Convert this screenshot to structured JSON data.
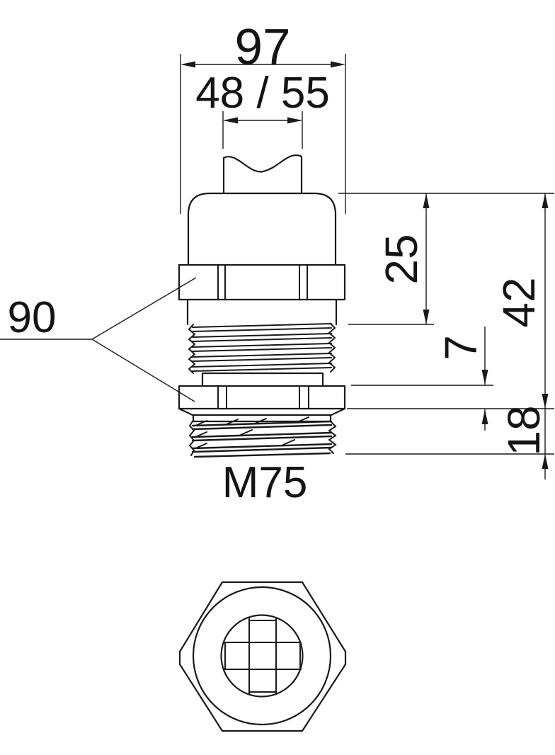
{
  "drawing": {
    "part_label": "M75",
    "dimensions": {
      "top_width": "97",
      "clamping_range": "48 / 55",
      "upper_section_height": "25",
      "overall_height": "42",
      "locknut_height": "7",
      "thread_length": "18",
      "wrench_size": "90"
    },
    "colors": {
      "line": "#1a1a1a",
      "background": "#ffffff"
    }
  }
}
